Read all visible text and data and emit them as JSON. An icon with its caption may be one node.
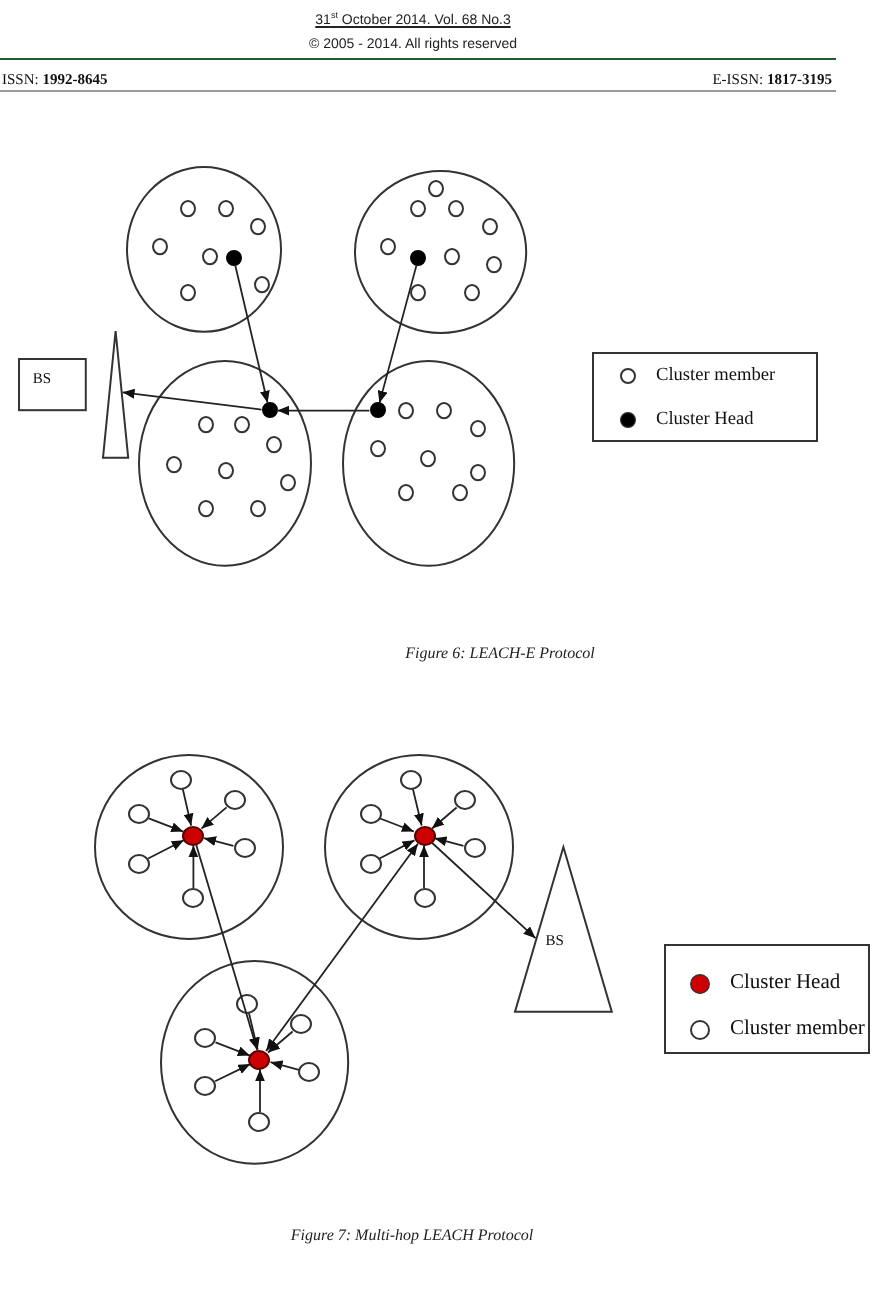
{
  "diagram": {
    "nodes": [
      {
        "text": [
          "BS"
        ]
      },
      {
        "text": [],
        "shape": "triangle"
      },
      {
        "text": [],
        "shape": "circle"
      },
      {
        "text": [],
        "shape": "circle",
        "in": 2
      },
      {
        "text": [],
        "shape": "circle",
        "in": 2
      },
      {
        "text": [],
        "shape": "circle",
        "in": 2
      },
      {
        "text": [],
        "shape": "circle",
        "in": 2
      },
      {
        "text": [],
        "shape": "circle",
        "in": 2
      },
      {
        "text": [],
        "shape": "circle",
        "in": 2
      },
      {
        "text": [],
        "shape": "circle",
        "in": 2
      },
      {
        "text": [],
        "shape": "circle",
        "in": 2
      },
      {
        "text": [],
        "shape": "circle"
      },
      {
        "text": [],
        "shape": "circle",
        "in": 11
      },
      {
        "text": [],
        "shape": "circle",
        "in": 11
      },
      {
        "text": [],
        "shape": "circle",
        "in": 11
      },
      {
        "text": [],
        "shape": "circle",
        "in": 11
      },
      {
        "text": [],
        "shape": "circle",
        "in": 11
      },
      {
        "text": [],
        "shape": "circle",
        "in": 11
      },
      {
        "text": [],
        "shape": "circle",
        "in": 11
      },
      {
        "text": [],
        "shape": "circle",
        "in": 11
      },
      {
        "text": [],
        "shape": "circle",
        "in": 11
      },
      {
        "text": [],
        "shape": "circle",
        "in": 11
      },
      {
        "text": [],
        "shape": "circle"
      },
      {
        "text": [],
        "shape": "circle",
        "in": 22
      },
      {
        "text": [],
        "shape": "circle",
        "in": 22
      },
      {
        "text": [],
        "shape": "circle",
        "in": 22
      },
      {
        "text": [],
        "shape": "circle",
        "in": 22
      },
      {
        "text": [],
        "shape": "circle",
        "in": 22
      },
      {
        "text": [],
        "shape": "circle",
        "in": 22
      },
      {
        "text": [],
        "shape": "circle",
        "in": 22
      },
      {
        "text": [],
        "shape": "circle",
        "in": 22
      },
      {
        "text": [],
        "shape": "circle",
        "in": 22
      },
      {
        "text": [],
        "shape": "circle"
      },
      {
        "text": [],
        "shape": "circle",
        "in": 32
      },
      {
        "text": [],
        "shape": "circle",
        "in": 32
      },
      {
        "text": [],
        "shape": "circle",
        "in": 32
      },
      {
        "text": [],
        "shape": "circle",
        "in": 32
      },
      {
        "text": [],
        "shape": "circle",
        "in": 32
      },
      {
        "text": [],
        "shape": "circle",
        "in": 32
      },
      {
        "text": [],
        "shape": "circle",
        "in": 32
      },
      {
        "text": [],
        "shape": "circle",
        "in": 32
      },
      {
        "text": [],
        "shape": "circle",
        "in": 32
      },
      {
        "text": [],
        "shape": "circle"
      },
      {
        "text": [],
        "shape": "circle",
        "in": 42
      },
      {
        "text": [],
        "shape": "circle",
        "in": 42
      },
      {
        "text": [],
        "shape": "circle",
        "in": 42
      },
      {
        "text": [],
        "shape": "circle",
        "in": 42
      },
      {
        "text": [],
        "shape": "circle",
        "in": 42
      },
      {
        "text": [],
        "shape": "circle",
        "in": 42
      },
      {
        "text": [],
        "shape": "circle",
        "in": 42
      },
      {
        "text": [],
        "shape": "circle"
      },
      {
        "text": [],
        "shape": "circle",
        "in": 50
      },
      {
        "text": [],
        "shape": "circle",
        "in": 50
      },
      {
        "text": [],
        "shape": "circle",
        "in": 50
      },
      {
        "text": [],
        "shape": "circle",
        "in": 50
      },
      {
        "text": [],
        "shape": "circle",
        "in": 50
      },
      {
        "text": [],
        "shape": "circle",
        "in": 50
      },
      {
        "text": [],
        "shape": "circle",
        "in": 50
      },
      {
        "text": [
          "BS"
        ]
      },
      {
        "text": [],
        "shape": "circle"
      },
      {
        "text": [],
        "shape": "circle",
        "in": 59
      },
      {
        "text": [],
        "shape": "circle",
        "in": 59
      },
      {
        "text": [],
        "shape": "circle",
        "in": 59
      },
      {
        "text": [],
        "shape": "circle",
        "in": 59
      },
      {
        "text": [],
        "shape": "circle",
        "in": 59
      },
      {
        "text": [],
        "shape": "circle",
        "in": 59
      },
      {
        "text": [],
        "shape": "circle",
        "in": 59
      }
    ],
    "edges": [
      {
        "from": 3,
        "to": 23,
        "arrow": "to"
      },
      {
        "from": 12,
        "to": 33,
        "arrow": "to"
      },
      {
        "from": 33,
        "to": 23,
        "arrow": "to"
      },
      {
        "from": 23,
        "to": 1,
        "arrow": "to"
      },
      {
        "from": 44,
        "to": 43,
        "arrow": "to"
      },
      {
        "from": 45,
        "to": 43,
        "arrow": "to"
      },
      {
        "from": 46,
        "to": 43,
        "arrow": "to"
      },
      {
        "from": 47,
        "to": 43,
        "arrow": "to"
      },
      {
        "from": 48,
        "to": 43,
        "arrow": "to"
      },
      {
        "from": 49,
        "to": 43,
        "arrow": "to"
      },
      {
        "from": 52,
        "to": 51,
        "arrow": "to"
      },
      {
        "from": 53,
        "to": 51,
        "arrow": "to"
      },
      {
        "from": 54,
        "to": 51,
        "arrow": "to"
      },
      {
        "from": 55,
        "to": 51,
        "arrow": "to"
      },
      {
        "from": 56,
        "to": 51,
        "arrow": "to"
      },
      {
        "from": 57,
        "to": 51,
        "arrow": "to"
      },
      {
        "from": 43,
        "to": 60,
        "arrow": "to"
      },
      {
        "from": 60,
        "to": 51,
        "arrow": "both"
      },
      {
        "from": 51,
        "to": 58,
        "arrow": "to"
      },
      {
        "from": 61,
        "to": 60,
        "arrow": "to"
      },
      {
        "from": 62,
        "to": 60,
        "arrow": "to"
      },
      {
        "from": 63,
        "to": 60,
        "arrow": "to"
      },
      {
        "from": 64,
        "to": 60,
        "arrow": "to"
      },
      {
        "from": 65,
        "to": 60,
        "arrow": "to"
      },
      {
        "from": 66,
        "to": 60,
        "arrow": "to"
      }
    ],
    "labels": [
      "31$^{st}$ October 2014. Vol. 68 No.3",
      "© 2005 - 2014. All rights reserved",
      "ISSN: **1992-8645**",
      "E-ISSN: **1817-3195**",
      "Figure 6: LEACH-E Protocol",
      "Figure 7: Multi-hop LEACH Protocol"
    ],
    "legend": [
      {
        "text": "Cluster member"
      },
      {
        "text": "Cluster Head",
        "color": "#000000"
      },
      {
        "text": "Cluster Head",
        "color": "#cc0000"
      },
      {
        "text": "Cluster member"
      }
    ]
  }
}
